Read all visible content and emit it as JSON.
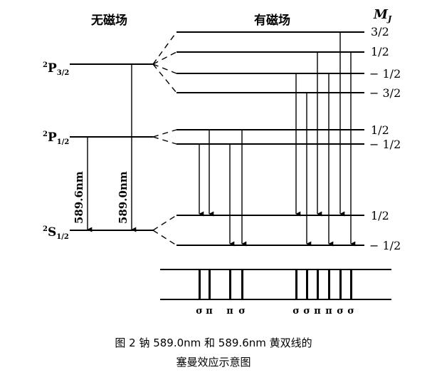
{
  "labels": {
    "no_field": "无磁场",
    "with_field": "有磁场",
    "mj_main": "M",
    "mj_sub": "J"
  },
  "levels": {
    "p32": {
      "sup": "2",
      "main": "P",
      "sub": "3/2"
    },
    "p12": {
      "sup": "2",
      "main": "P",
      "sub": "1/2"
    },
    "s12": {
      "sup": "2",
      "main": "S",
      "sub": "1/2"
    }
  },
  "mj_values": [
    "3/2",
    "1/2",
    "− 1/2",
    "− 3/2",
    "1/2",
    "− 1/2",
    "1/2",
    "− 1/2"
  ],
  "wavelengths": {
    "d1": "589.6nm",
    "d2": "589.0nm"
  },
  "spectrum_labels": [
    "σ",
    "π",
    "π",
    "σ",
    "σ",
    "σ",
    "π",
    "π",
    "σ",
    "σ"
  ],
  "caption": {
    "line1": "图 2   钠 589.0nm 和 589.6nm 黄双线的",
    "line2": "塞曼效应示意图"
  }
}
